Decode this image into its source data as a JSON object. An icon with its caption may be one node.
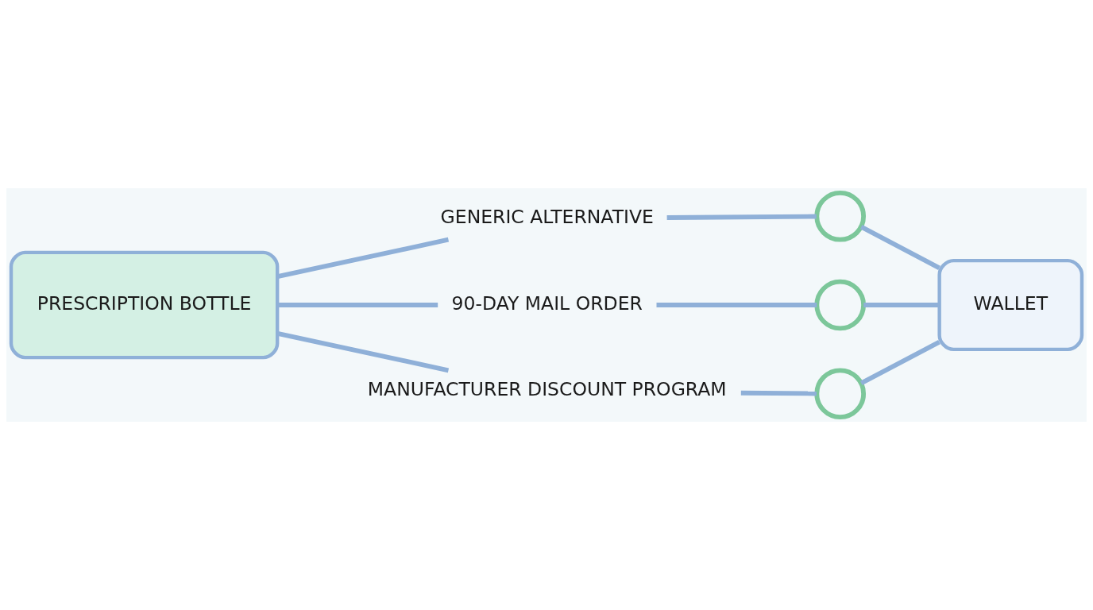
{
  "diagram": {
    "nodes": [
      {
        "text": [
          "PRESCRIPTION BOTTLE"
        ]
      },
      {
        "text": [
          "GENERIC ALTERNATIVE"
        ]
      },
      {
        "text": [
          "90-DAY MAIL ORDER"
        ]
      },
      {
        "text": [
          "MANUFACTURER DISCOUNT PROGRAM"
        ]
      },
      {
        "text": [],
        "shape": "circle"
      },
      {
        "text": [],
        "shape": "circle"
      },
      {
        "text": [],
        "shape": "circle"
      },
      {
        "text": [
          "WALLET"
        ]
      }
    ],
    "edges": [
      {
        "from": 0,
        "to": 1,
        "arrow": "none"
      },
      {
        "from": 0,
        "to": 2,
        "arrow": "none"
      },
      {
        "from": 0,
        "to": 3,
        "arrow": "none"
      },
      {
        "from": 1,
        "to": 4,
        "arrow": "none"
      },
      {
        "from": 2,
        "to": 5,
        "arrow": "none"
      },
      {
        "from": 3,
        "to": 6,
        "arrow": "none"
      },
      {
        "from": 4,
        "to": 7,
        "arrow": "none"
      },
      {
        "from": 5,
        "to": 7,
        "arrow": "none"
      },
      {
        "from": 6,
        "to": 7,
        "arrow": "none"
      }
    ]
  }
}
